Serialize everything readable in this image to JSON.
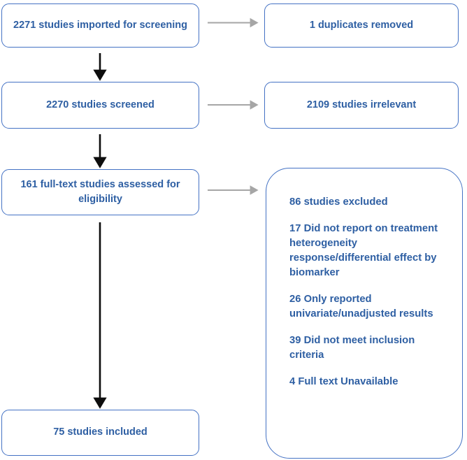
{
  "diagram": {
    "type": "prisma-flow-diagram",
    "colors": {
      "box_border": "#4472C4",
      "text": "#2E5FA3",
      "vertical_arrow": "#0D0D0D",
      "horizontal_arrow": "#A6A6A6",
      "background": "#FFFFFF"
    }
  },
  "flow": {
    "identification": {
      "label": "2271 studies imported for screening",
      "count": 2271
    },
    "duplicates": {
      "label": "1 duplicates removed",
      "count": 1
    },
    "screened": {
      "label": "2270 studies screened",
      "count": 2270
    },
    "irrelevant": {
      "label": "2109 studies irrelevant",
      "count": 2109
    },
    "eligibility": {
      "label": "161 full-text studies assessed for eligibility",
      "count": 161
    },
    "included": {
      "label": "75 studies included",
      "count": 75
    }
  },
  "excluded": {
    "heading": "86 studies excluded",
    "total": 86,
    "reasons": [
      {
        "label": "17 Did not report on treatment heterogeneity response/differential effect by biomarker",
        "count": 17
      },
      {
        "label": "26 Only reported univariate/unadjusted results",
        "count": 26
      },
      {
        "label": "39 Did not meet inclusion criteria",
        "count": 39
      },
      {
        "label": "4 Full text Unavailable",
        "count": 4
      }
    ]
  }
}
